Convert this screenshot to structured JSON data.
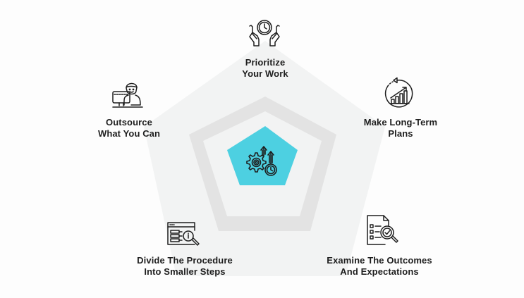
{
  "diagram": {
    "type": "pentagon-concept",
    "colors": {
      "background": "#fdfdfd",
      "outer_pentagon": "#f2f3f3",
      "middle_ring": "#e3e3e3",
      "inner_fill": "#f2f3f3",
      "center_pentagon": "#4dd0e1",
      "text": "#1e1e1e",
      "icon_stroke": "#1e1e1e"
    },
    "center": {
      "icon": "gears-with-arrows-and-clock-icon"
    },
    "items": [
      {
        "id": "prioritize",
        "icon": "hands-holding-clock-icon",
        "line1": "Prioritize",
        "line2": "Your Work"
      },
      {
        "id": "long-term",
        "icon": "growth-chart-cycle-icon",
        "line1": "Make Long-Term",
        "line2": "Plans"
      },
      {
        "id": "examine",
        "icon": "document-checklist-magnifier-icon",
        "line1": "Examine The Outcomes",
        "line2": "And Expectations"
      },
      {
        "id": "divide",
        "icon": "browser-info-magnifier-icon",
        "line1": "Divide The Procedure",
        "line2": "Into Smaller Steps"
      },
      {
        "id": "outsource",
        "icon": "person-at-computer-icon",
        "line1": "Outsource",
        "line2": "What You Can"
      }
    ]
  }
}
